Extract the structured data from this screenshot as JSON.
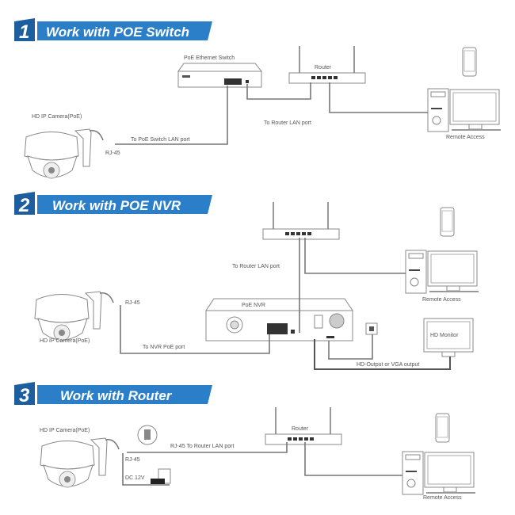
{
  "colors": {
    "banner": "#2b7fc9",
    "banner_dark": "#1d5f9e",
    "wire": "#777777"
  },
  "sections": [
    {
      "number": "1",
      "title": "Work with POE Switch",
      "labels": {
        "switch": "PoE Ethernet Switch",
        "router": "Router",
        "camera": "HD IP Camera(PoE)",
        "rj45": "RJ-45",
        "to_switch": "To PoE Switch LAN port",
        "to_router": "To Router LAN port",
        "remote": "Remote Access"
      }
    },
    {
      "number": "2",
      "title": "Work with POE NVR",
      "labels": {
        "to_router": "To Router LAN port",
        "remote": "Remote Access",
        "rj45": "RJ-45",
        "nvr": "PoE NVR",
        "camera": "HD IP Camera(PoE)",
        "to_nvr": "To NVR PoE port",
        "monitor": "HD Monitor",
        "output": "HD-Output or VGA output"
      }
    },
    {
      "number": "3",
      "title": "Work with Router",
      "labels": {
        "camera": "HD IP Camera(PoE)",
        "router": "Router",
        "to_router": "RJ-45 To Router LAN port",
        "rj45": "RJ-45",
        "dc": "DC 12V",
        "remote": "Remote Access"
      }
    }
  ]
}
